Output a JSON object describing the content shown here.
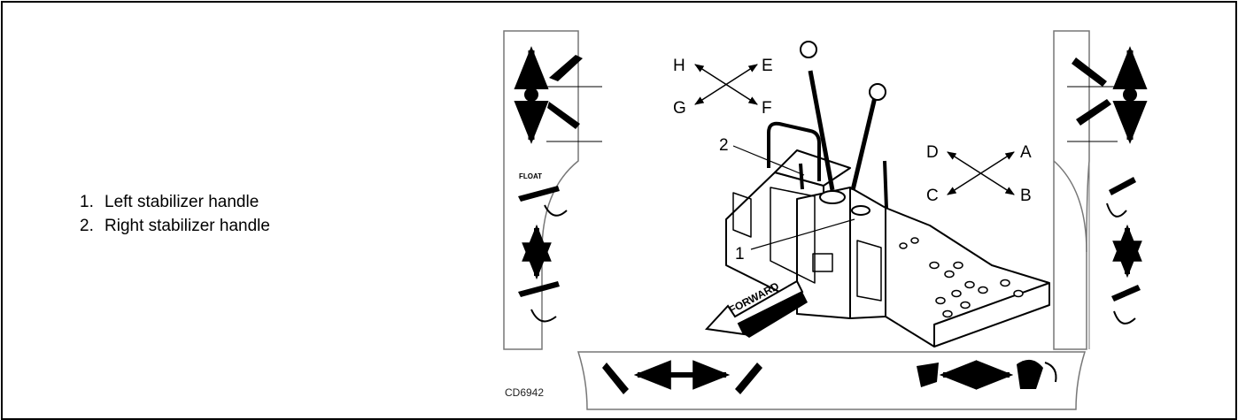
{
  "legend": {
    "items": [
      {
        "num": "1.",
        "text": "Left stabilizer handle"
      },
      {
        "num": "2.",
        "text": "Right stabilizer handle"
      }
    ]
  },
  "diagram": {
    "arrows_left": {
      "h": "H",
      "e": "E",
      "g": "G",
      "f": "F"
    },
    "arrows_right": {
      "d": "D",
      "a": "A",
      "c": "C",
      "b": "B"
    },
    "callout_1": "1",
    "callout_2": "2",
    "forward_label": "FORWARD",
    "float_label": "FLOAT",
    "figure_code": "CD6942"
  },
  "colors": {
    "ink": "#000000",
    "panel_border": "#808080",
    "background": "#ffffff"
  }
}
